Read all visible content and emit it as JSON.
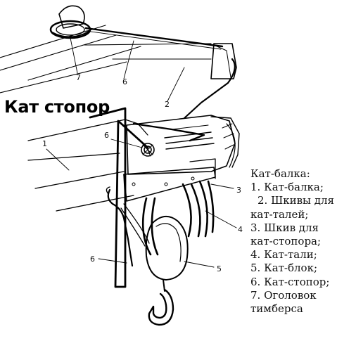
{
  "caption": "Кат стопор",
  "callouts": [
    "7",
    "6",
    "2",
    "1",
    "6",
    "3",
    "4",
    "6",
    "5"
  ],
  "legend": {
    "heading": "Кат-балка:",
    "items": [
      "1. Кат-балка;",
      "2. Шкивы для",
      "кат-талей;",
      "3. Шкив для",
      "кат-стопора;",
      "4. Кат-тали;",
      "5. Кат-блок;",
      "6. Кат-стопор;",
      "7. Оголовок",
      "тимберса"
    ]
  }
}
